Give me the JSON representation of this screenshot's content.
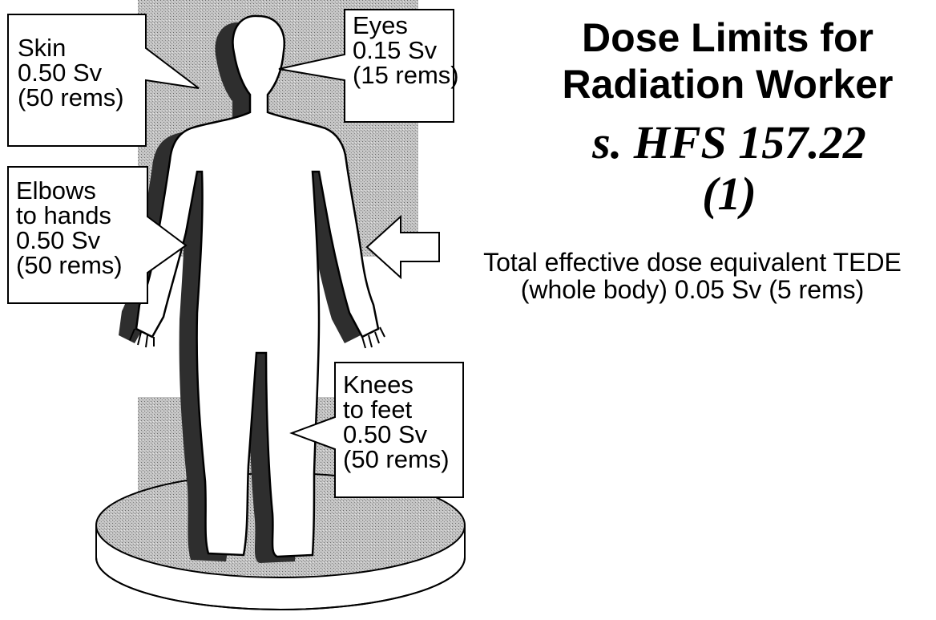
{
  "title": {
    "line1": "Dose Limits for",
    "line2": "Radiation Worker"
  },
  "reference": "s. HFS 157.22 (1)",
  "callouts": {
    "skin": "Skin\n0.50 Sv\n(50 rems)",
    "eyes": "Eyes\n0.15 Sv\n(15 rems)",
    "elbows": "Elbows\nto hands\n0.50 Sv\n(50 rems)",
    "knees": "Knees\nto feet\n0.50 Sv\n(50 rems)"
  },
  "tede": {
    "line1": "Total effective dose equivalent TEDE",
    "line2": "(whole body) 0.05 Sv (5 rems)"
  },
  "colors": {
    "background": "#ffffff",
    "ink": "#000000",
    "shadow": "#333333",
    "shading": "#b5b5b5"
  }
}
